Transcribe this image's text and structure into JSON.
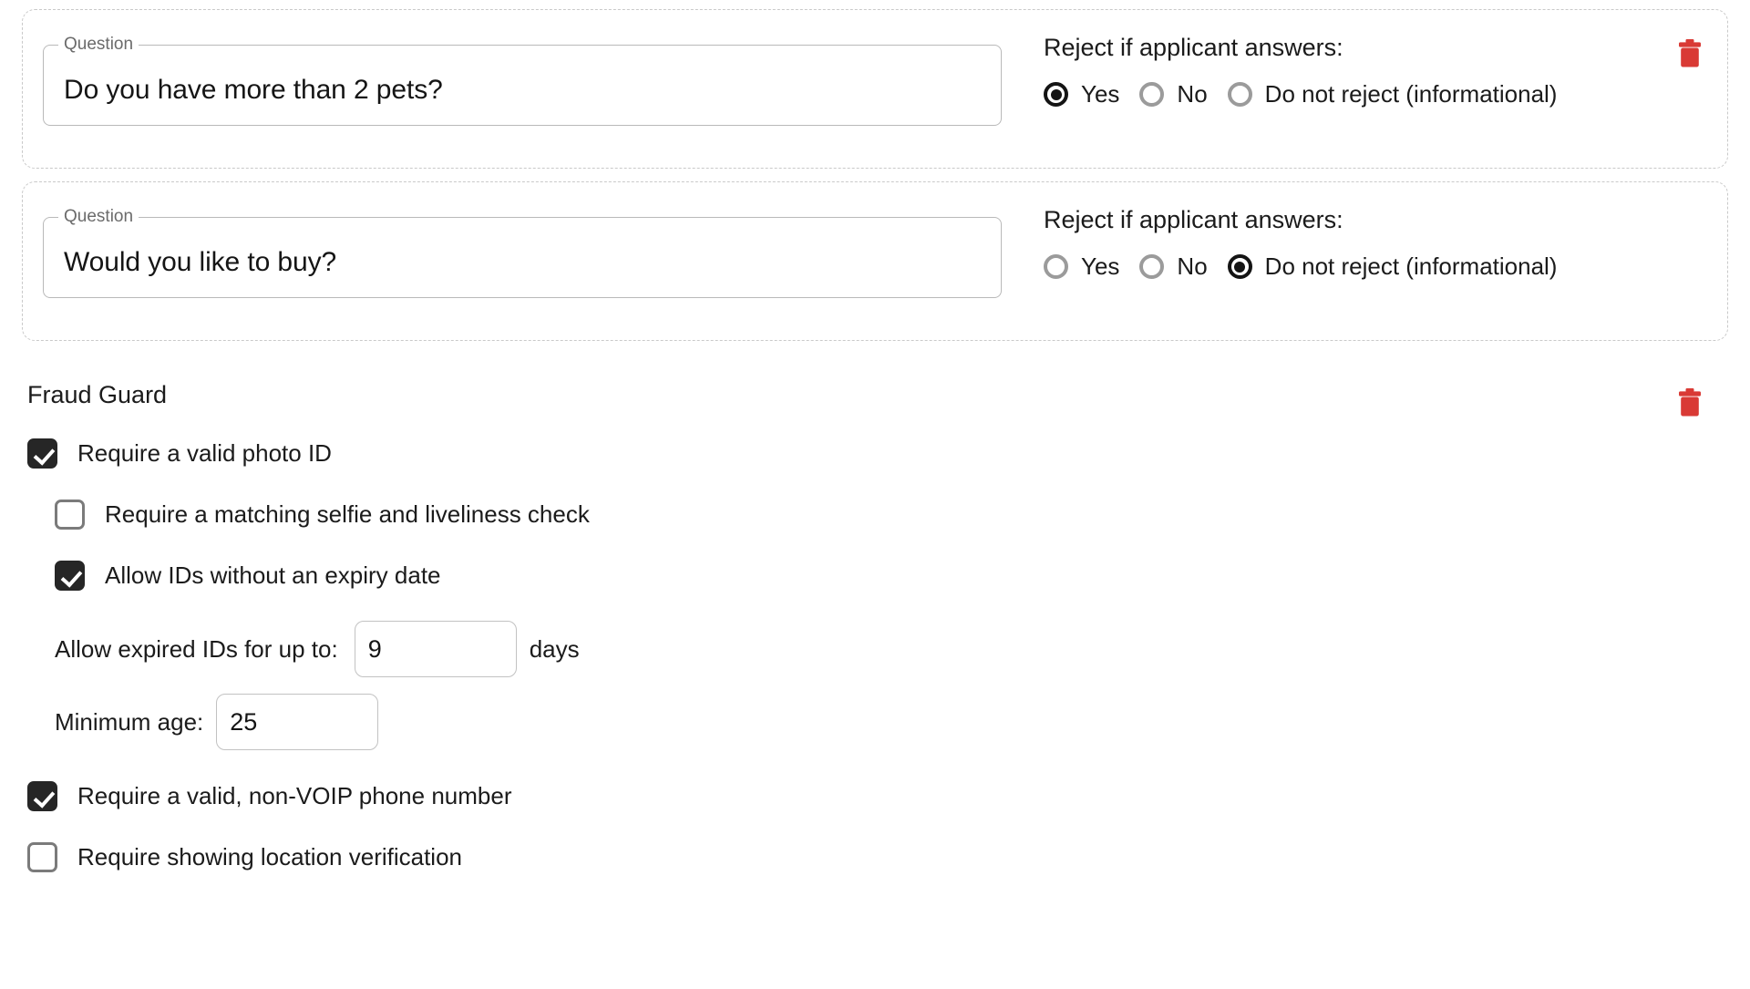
{
  "colors": {
    "delete_icon": "#d93a35",
    "checkbox_checked": "#262626",
    "checkbox_border": "#7b7b7b",
    "radio_checked": "#141414",
    "radio_border": "#9b9b9b",
    "text": "#1b1b1b",
    "legend_text": "#6b6b6b",
    "card_border": "#c9c9c9",
    "field_border": "#b9b9b9",
    "background": "#ffffff"
  },
  "questions": [
    {
      "legend": "Question",
      "value": "Do you have more than 2 pets?",
      "reject_title": "Reject if applicant answers:",
      "options": [
        {
          "label": "Yes",
          "selected": true
        },
        {
          "label": "No",
          "selected": false
        },
        {
          "label": "Do not reject (informational)",
          "selected": false
        }
      ],
      "delete_icon": "trash-icon"
    },
    {
      "legend": "Question",
      "value": "Would you like to buy?",
      "reject_title": "Reject if applicant answers:",
      "options": [
        {
          "label": "Yes",
          "selected": false
        },
        {
          "label": "No",
          "selected": false
        },
        {
          "label": "Do not reject (informational)",
          "selected": true
        }
      ],
      "delete_icon": "trash-icon"
    }
  ],
  "fraud_guard": {
    "title": "Fraud Guard",
    "photo_id": {
      "label": "Require a valid photo ID",
      "checked": true
    },
    "selfie": {
      "label": "Require a matching selfie and liveliness check",
      "checked": false
    },
    "no_expiry": {
      "label": "Allow IDs without an expiry date",
      "checked": true
    },
    "expired_days": {
      "label": "Allow expired IDs for up to:",
      "value": "9",
      "unit": "days"
    },
    "minimum_age": {
      "label": "Minimum age:",
      "value": "25"
    },
    "phone": {
      "label": "Require a valid, non-VOIP phone number",
      "checked": true
    },
    "location": {
      "label": "Require showing location verification",
      "checked": false
    }
  }
}
